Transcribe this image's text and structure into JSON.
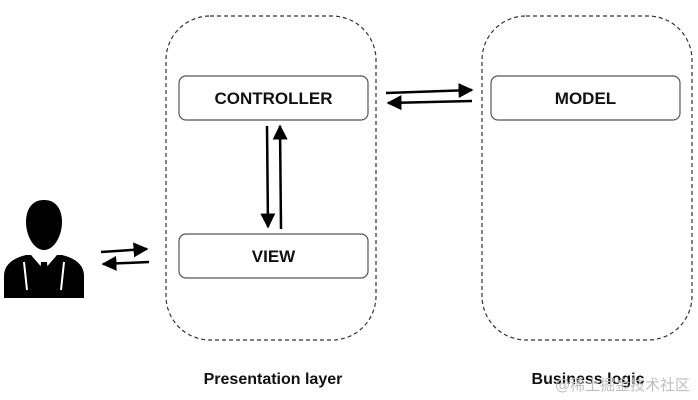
{
  "diagram": {
    "components": {
      "controller": "CONTROLLER",
      "view": "VIEW",
      "model": "MODEL"
    },
    "layers": {
      "presentation": "Presentation layer",
      "business": "Business logic"
    },
    "watermark": "@稀土掘金技术社区",
    "icons": {
      "user": "user-icon"
    }
  }
}
